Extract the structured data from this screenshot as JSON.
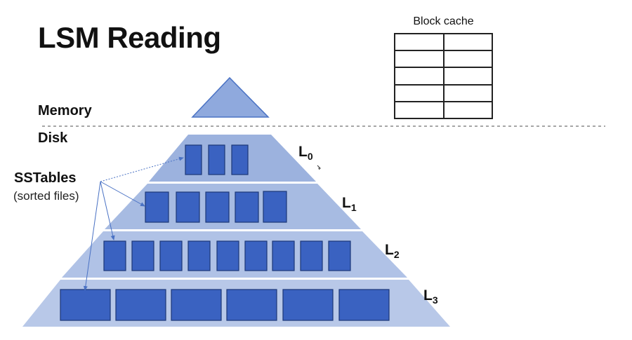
{
  "title": "LSM Reading",
  "block_cache": {
    "label": "Block cache",
    "rows": 5,
    "cols": 2
  },
  "labels": {
    "memory": "Memory",
    "disk": "Disk",
    "sstables": "SSTables",
    "sstables_note": "(sorted files)"
  },
  "levels": [
    {
      "name": "L",
      "sub": "0",
      "files": 3
    },
    {
      "name": "L",
      "sub": "1",
      "files": 5
    },
    {
      "name": "L",
      "sub": "2",
      "files": 9
    },
    {
      "name": "L",
      "sub": "3",
      "files": 6
    }
  ],
  "colors": {
    "memtable_fill": "#8fa9dd",
    "pyramid_fill": "#a9bce3",
    "sstable_fill": "#3a62c1",
    "sstable_stroke": "#1c3777",
    "arrow": "#4a72c4"
  }
}
